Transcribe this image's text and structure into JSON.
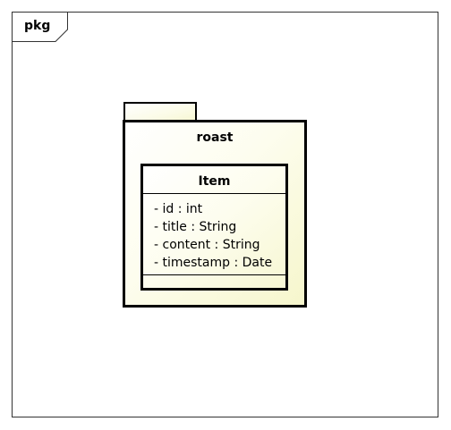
{
  "frame": {
    "label": "pkg"
  },
  "package": {
    "name": "roast"
  },
  "class": {
    "name": "Item",
    "attributes": [
      "- id : int",
      "- title : String",
      "- content : String",
      "- timestamp : Date"
    ],
    "operations": []
  },
  "colors": {
    "stroke": "#000000",
    "fill_light": "#ffffff",
    "fill_cream": "#f6f6cc"
  }
}
